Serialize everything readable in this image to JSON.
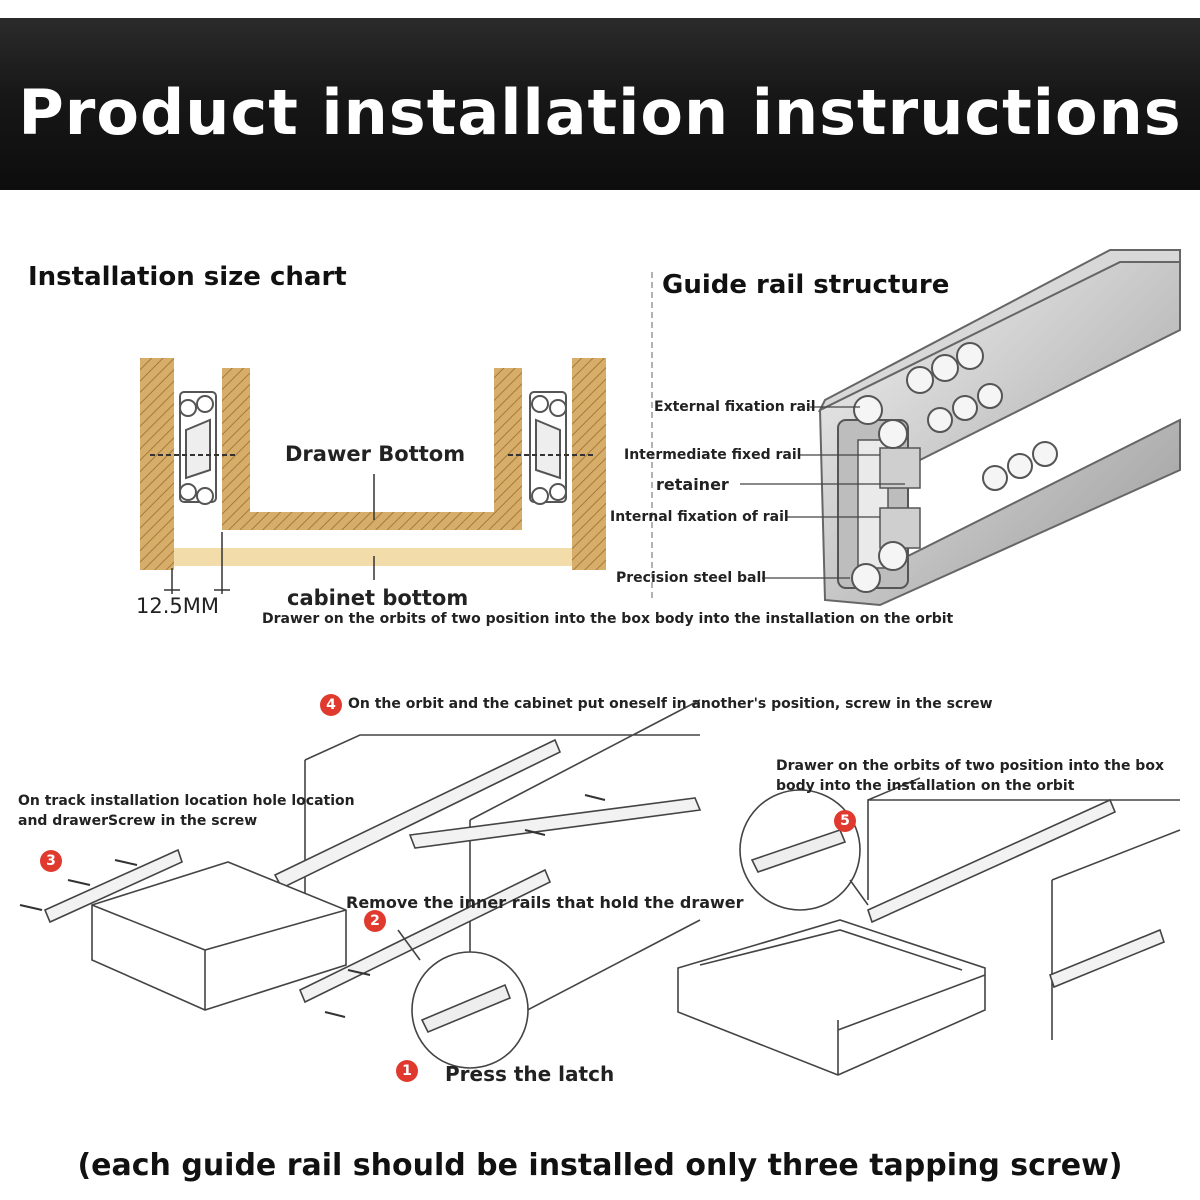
{
  "banner": {
    "title": "Product installation instructions"
  },
  "size_chart": {
    "title": "Installation size chart",
    "drawer_bottom_label": "Drawer Bottom",
    "cabinet_bottom_label": "cabinet bottom",
    "gap_label": "12.5MM",
    "caption": "Drawer on the orbits of two position into the box body into the installation on the orbit"
  },
  "structure": {
    "title": "Guide rail structure",
    "labels": [
      "External fixation rail",
      "Intermediate fixed rail",
      "retainer",
      "Internal fixation of rail",
      "Precision steel ball"
    ]
  },
  "steps": {
    "step1": {
      "number": "1",
      "text": "Press the latch"
    },
    "step2": {
      "number": "2",
      "text": "Remove the inner rails that hold the drawer"
    },
    "step3": {
      "number": "3",
      "text_line1": "On track installation location hole location",
      "text_line2": "and drawerScrew in the screw"
    },
    "step4": {
      "number": "4",
      "text": "On the orbit and the cabinet put oneself in another's position, screw in the screw"
    },
    "step5": {
      "number": "5",
      "text_line1": "Drawer on the orbits of two position into the box",
      "text_line2": "body into the installation on the orbit"
    }
  },
  "footer": {
    "note": "(each guide rail should be installed only three tapping screw)"
  },
  "colors": {
    "wood": "#c8a060",
    "wood_light": "#f2dcaa",
    "step_badge": "#e03a2f",
    "banner": "#151515"
  }
}
